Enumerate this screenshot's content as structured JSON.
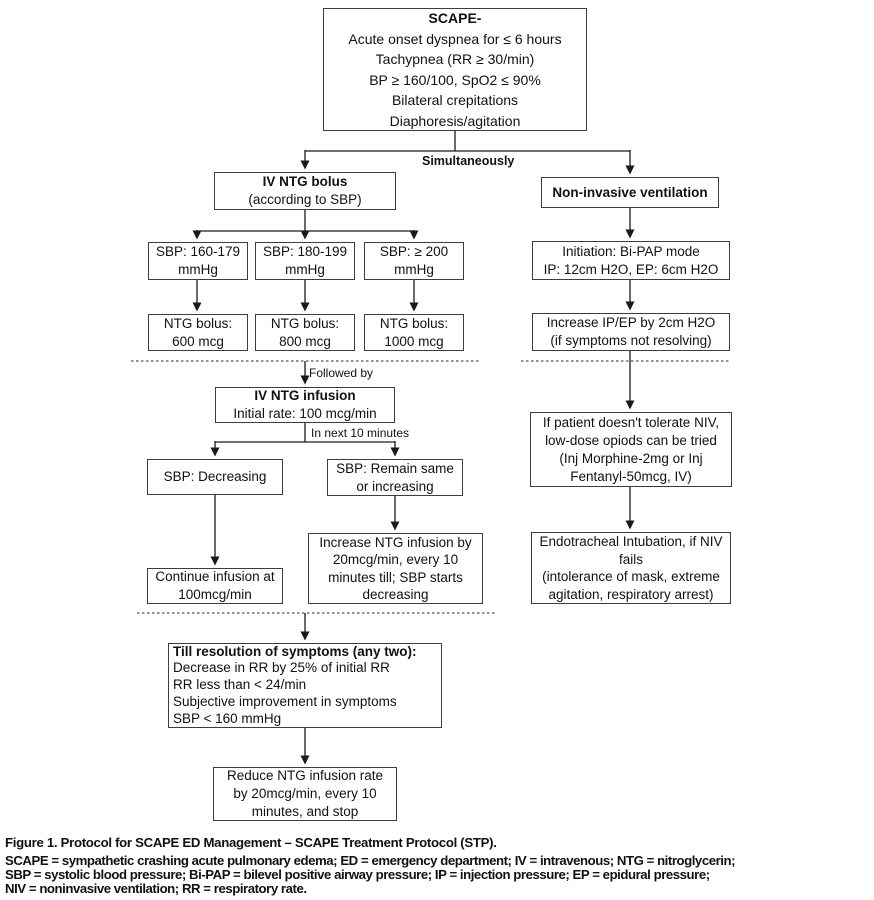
{
  "flow": {
    "start": {
      "title": "SCAPE-",
      "criteria": "Acute onset dyspnea for ≤ 6 hours\nTachypnea (RR ≥ 30/min)\nBP ≥ 160/100, SpO2 ≤ 90%\nBilateral crepitations\nDiaphoresis/agitation"
    },
    "labels": {
      "simultaneously": "Simultaneously",
      "followed_by": "Followed by",
      "in_next": "In next 10 minutes"
    },
    "ntg_branch": {
      "header_title": "IV NTG bolus",
      "header_sub": "(according to SBP)",
      "sbp": [
        "SBP: 160-179\nmmHg",
        "SBP: 180-199\nmmHg",
        "SBP: ≥ 200\nmmHg"
      ],
      "bolus": [
        "NTG bolus:\n600 mcg",
        "NTG bolus:\n800 mcg",
        "NTG bolus:\n1000 mcg"
      ],
      "infusion_title": "IV NTG infusion",
      "infusion_sub": "Initial rate: 100 mcg/min",
      "sbp_decreasing": "SBP: Decreasing",
      "sbp_same": "SBP: Remain same\nor increasing",
      "continue_infusion": "Continue infusion at\n100mcg/min",
      "increase_infusion": "Increase NTG infusion by\n20mcg/min, every 10\nminutes till; SBP starts\ndecreasing",
      "resolution_title": "Till resolution of symptoms (any two):",
      "resolution_items": "Decrease in RR by 25% of initial RR\nRR less than < 24/min\nSubjective improvement in symptoms\nSBP < 160 mmHg",
      "reduce": "Reduce NTG infusion rate\nby 20mcg/min, every 10\nminutes, and stop"
    },
    "niv_branch": {
      "header": "Non-invasive ventilation",
      "initiation": "Initiation: Bi-PAP mode\nIP: 12cm H2O, EP: 6cm H2O",
      "increase": "Increase IP/EP by 2cm H2O\n(if symptoms not resolving)",
      "intolerance": "If patient doesn't tolerate NIV,\nlow-dose opiods can be tried\n(Inj Morphine-2mg or Inj\nFentanyl-50mcg, IV)",
      "intubation": "Endotracheal Intubation, if NIV\nfails\n(intolerance of mask, extreme\nagitation, respiratory arrest)"
    }
  },
  "caption": {
    "title": "Figure 1. Protocol for SCAPE ED Management – SCAPE Treatment Protocol (STP).",
    "abbreviations": "SCAPE = sympathetic crashing acute pulmonary edema; ED = emergency department; IV = intravenous; NTG = nitroglycerin;\nSBP = systolic blood pressure; Bi-PAP = bilevel positive airway pressure; IP = injection pressure; EP = epidural pressure;\nNIV = noninvasive ventilation; RR = respiratory rate."
  },
  "colors": {
    "box_border": "#3d3d3d",
    "line": "#1a1a1a",
    "dashed_line": "#555555",
    "text": "#111111",
    "background": "#ffffff"
  }
}
